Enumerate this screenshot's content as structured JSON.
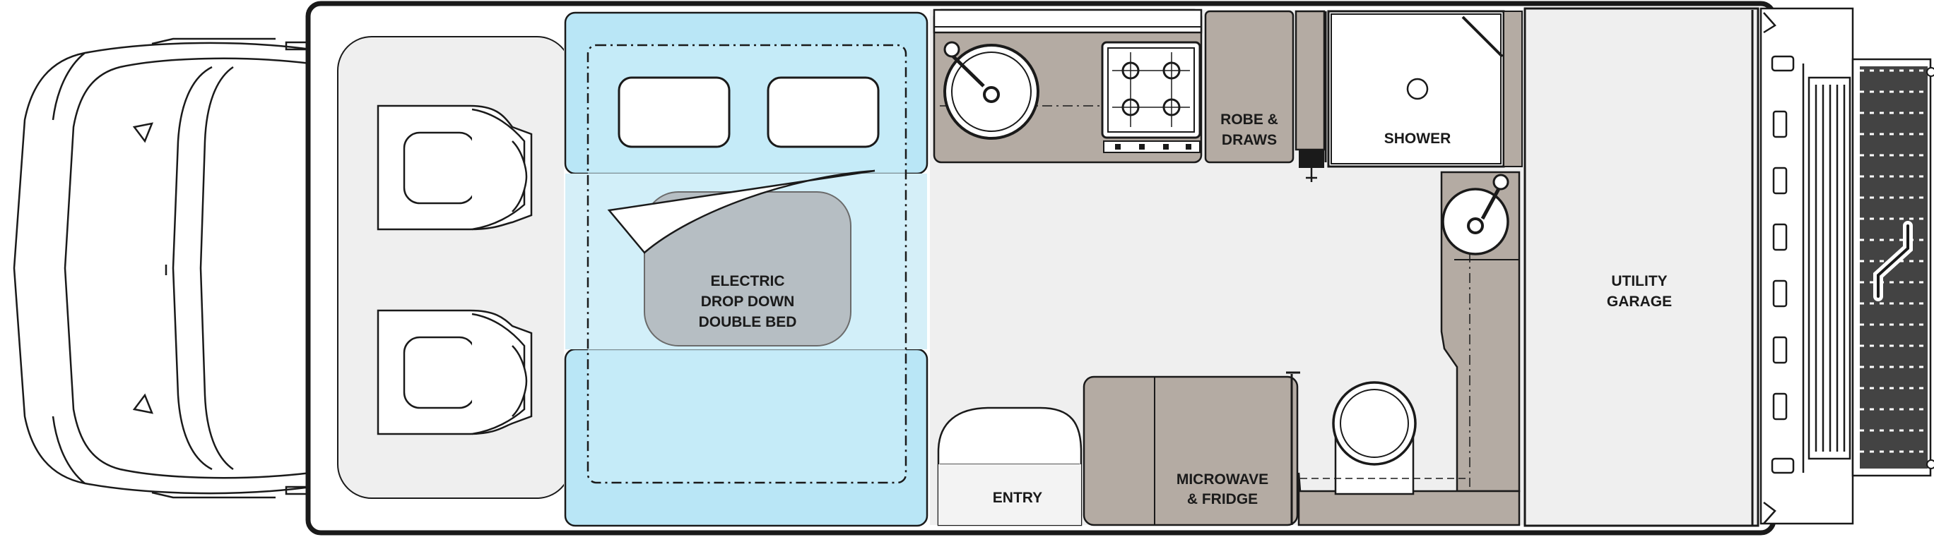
{
  "labels": {
    "bed": [
      "ELECTRIC",
      "DROP DOWN",
      "DOUBLE BED"
    ],
    "robe": [
      "ROBE &",
      "DRAWS"
    ],
    "shower": "SHOWER",
    "garage": [
      "UTILITY",
      "GARAGE"
    ],
    "entry": "ENTRY",
    "fridge": [
      "MICROWAVE",
      "& FRIDGE"
    ]
  },
  "colors": {
    "outline": "#1a1a1a",
    "floor": "#efefef",
    "cabinet": "#b4aba3",
    "bed_blue": "#b9e6f6",
    "drop_bed": "#a9aaad",
    "white": "#ffffff"
  }
}
